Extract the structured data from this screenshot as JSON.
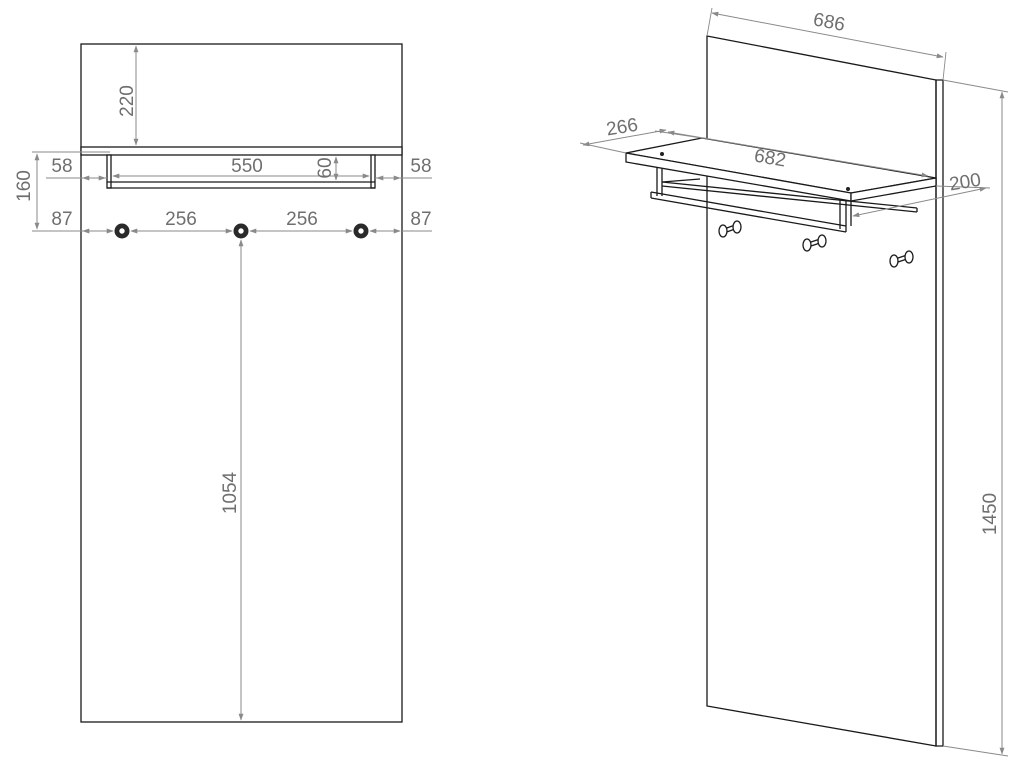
{
  "front_view": {
    "dims": {
      "top_to_shelf": "220",
      "total_rail_height": "160",
      "left_rail_offset": "58",
      "rail_width": "550",
      "rail_depth": "60",
      "right_rail_offset": "58",
      "left_hook_offset": "87",
      "hook_spacing_1": "256",
      "hook_spacing_2": "256",
      "right_hook_offset": "87",
      "hook_height": "1054"
    }
  },
  "iso_view": {
    "dims": {
      "panel_width": "686",
      "shelf_depth": "266",
      "shelf_width": "682",
      "rail_depth": "200",
      "panel_height": "1450"
    }
  }
}
